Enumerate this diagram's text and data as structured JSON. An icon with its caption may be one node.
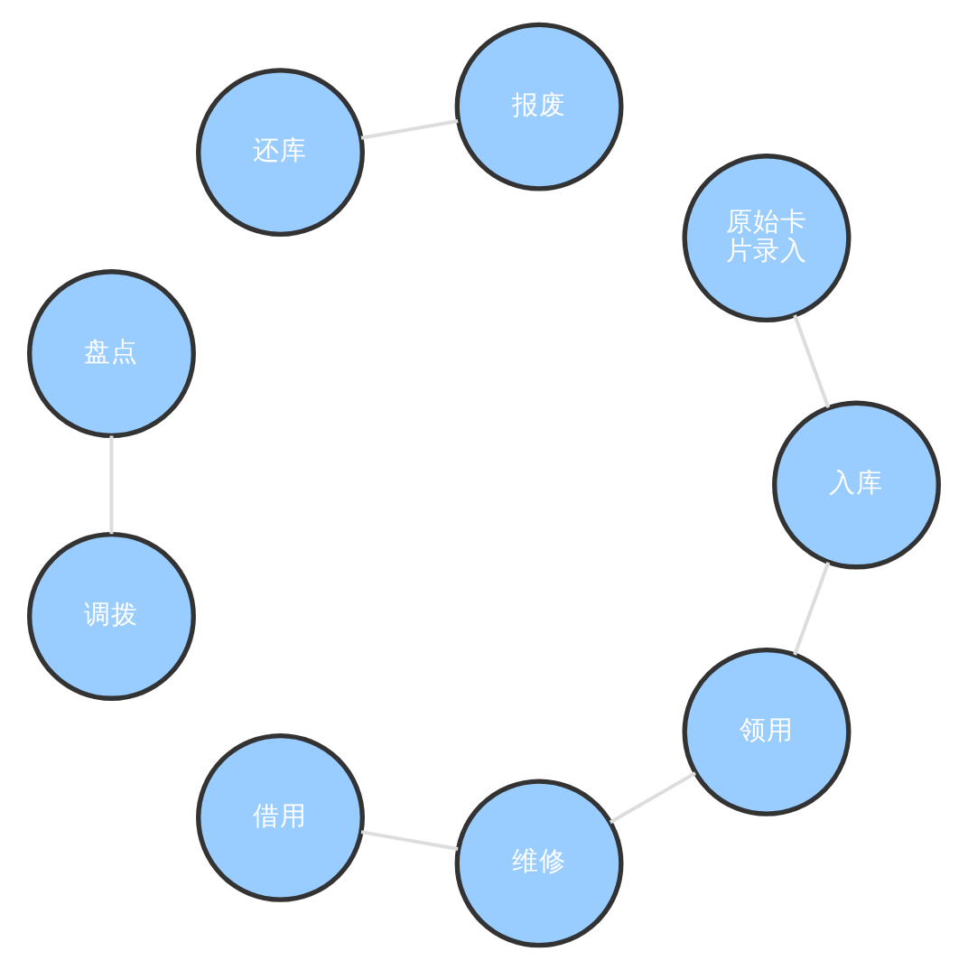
{
  "diagram": {
    "nodes": [
      {
        "text": [
          "领用"
        ]
      },
      {
        "text": [
          "入库"
        ]
      },
      {
        "text": [
          "维修"
        ]
      },
      {
        "text": [
          "原始卡片录入"
        ]
      },
      {
        "text": [
          "借用"
        ]
      },
      {
        "text": [
          "报废"
        ]
      },
      {
        "text": [
          "调拨"
        ]
      },
      {
        "text": [
          "还库"
        ]
      },
      {
        "text": [
          "盘点"
        ]
      }
    ],
    "edges": [
      {
        "from": 1,
        "to": 0,
        "arrow": "none"
      },
      {
        "from": 0,
        "to": 2,
        "arrow": "none"
      },
      {
        "from": 2,
        "to": 4,
        "arrow": "none"
      },
      {
        "from": 1,
        "to": 3,
        "arrow": "none"
      },
      {
        "from": 5,
        "to": 7,
        "arrow": "none"
      },
      {
        "from": 6,
        "to": 8,
        "arrow": "none"
      }
    ]
  }
}
